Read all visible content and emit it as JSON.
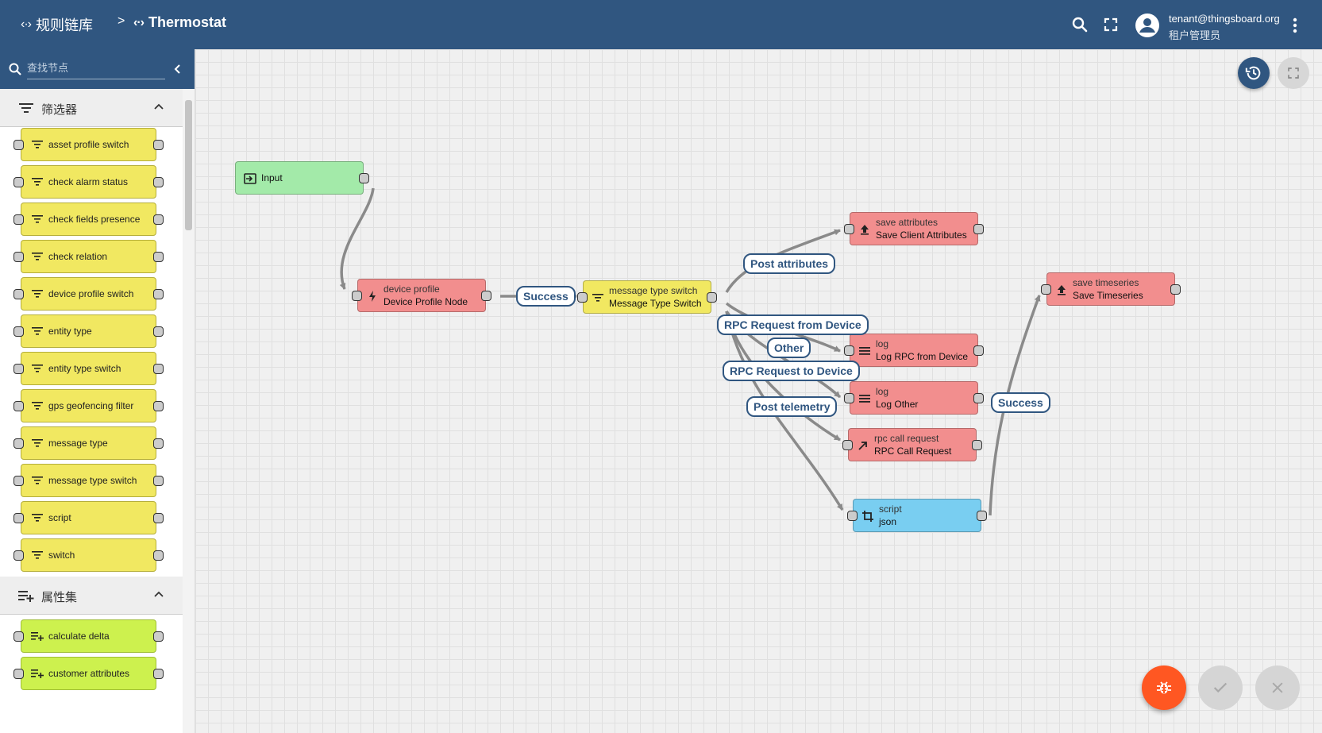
{
  "header": {
    "crumb_root": "规则链库",
    "crumb_sep": ">",
    "crumb_current": "Thermostat",
    "user_email": "tenant@thingsboard.org",
    "user_role": "租户管理员"
  },
  "sidebar": {
    "search_placeholder": "查找节点",
    "sections": [
      {
        "title": "筛选器",
        "items": [
          "asset profile switch",
          "check alarm status",
          "check fields presence",
          "check relation",
          "device profile switch",
          "entity type",
          "entity type switch",
          "gps geofencing filter",
          "message type",
          "message type switch",
          "script",
          "switch"
        ]
      },
      {
        "title": "属性集",
        "items": [
          "calculate delta",
          "customer attributes"
        ]
      }
    ]
  },
  "canvas": {
    "nodes": [
      {
        "id": "input",
        "type": "",
        "name": "Input",
        "color": "#a3eaa9",
        "icon": "input-icon"
      },
      {
        "id": "device-profile",
        "type": "device profile",
        "name": "Device Profile Node",
        "color": "#f28e8e",
        "icon": "bolt-icon"
      },
      {
        "id": "message-type-switch",
        "type": "message type switch",
        "name": "Message Type Switch",
        "color": "#f1e861",
        "icon": "filter-icon"
      },
      {
        "id": "save-attributes",
        "type": "save attributes",
        "name": "Save Client Attributes",
        "color": "#f28e8e",
        "icon": "upload-icon"
      },
      {
        "id": "save-timeseries",
        "type": "save timeseries",
        "name": "Save Timeseries",
        "color": "#f28e8e",
        "icon": "upload-icon"
      },
      {
        "id": "log-rpc",
        "type": "log",
        "name": "Log RPC from Device",
        "color": "#f28e8e",
        "icon": "menu-icon"
      },
      {
        "id": "log-other",
        "type": "log",
        "name": "Log Other",
        "color": "#f28e8e",
        "icon": "menu-icon"
      },
      {
        "id": "rpc-call",
        "type": "rpc call request",
        "name": "RPC Call Request",
        "color": "#f28e8e",
        "icon": "arrow-icon"
      },
      {
        "id": "script",
        "type": "script",
        "name": "json",
        "color": "#79cef1",
        "icon": "transform-icon"
      }
    ],
    "edge_labels": [
      "Success",
      "Post attributes",
      "RPC Request from Device",
      "Other",
      "RPC Request to Device",
      "Post telemetry",
      "Success"
    ]
  },
  "colors": {
    "header": "#305680",
    "filter_node": "#f1e861",
    "enrichment_node": "#cdf14e",
    "action_node": "#f28e8e",
    "input_node": "#a3eaa9",
    "transform_node": "#79cef1",
    "debug_fab": "#ff5722"
  }
}
